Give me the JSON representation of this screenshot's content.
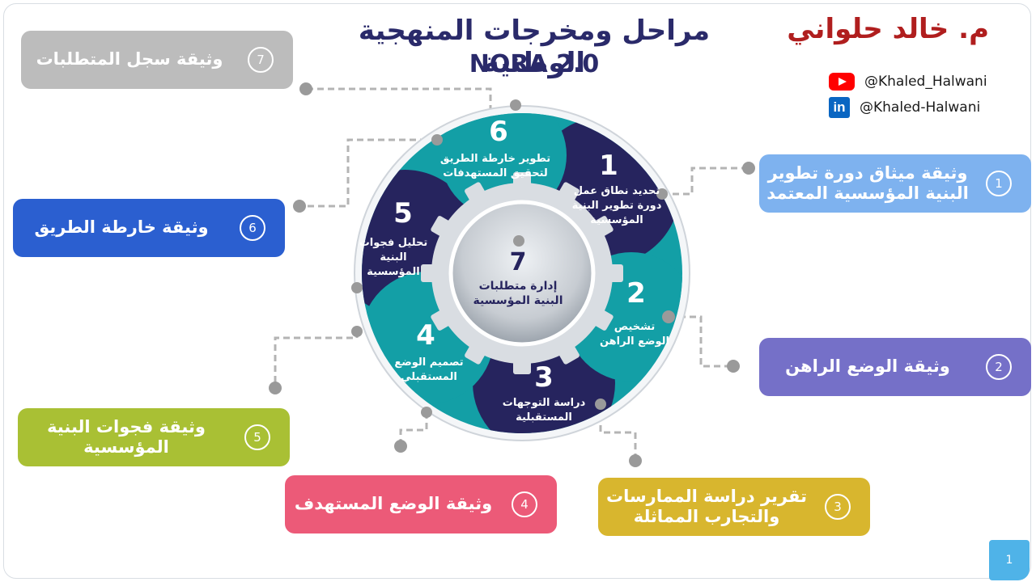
{
  "header": {
    "title_line1": "مراحل ومخرجات المنهجية الوطنية",
    "title_line2": "NORA 2.0",
    "author": "م. خالد حلواني",
    "youtube_handle": "@Khaled_Halwani",
    "linkedin_handle": "@Khaled-Halwani",
    "linkedin_glyph": "in"
  },
  "wheel": {
    "center": {
      "number": "7",
      "line1": "إدارة متطلبات",
      "line2": "البنية المؤسسية"
    },
    "segments": [
      {
        "number": "1",
        "lines": [
          "تحديد نطاق عمل",
          "دورة تطوير البنية",
          "المؤسسية"
        ]
      },
      {
        "number": "2",
        "lines": [
          "تشخيص",
          "الوضع الراهن"
        ]
      },
      {
        "number": "3",
        "lines": [
          "دراسة التوجهات",
          "المستقبلية"
        ]
      },
      {
        "number": "4",
        "lines": [
          "تصميم الوضع",
          "المستقبلي"
        ]
      },
      {
        "number": "5",
        "lines": [
          "تحليل فجوات",
          "البنية",
          "المؤسسية"
        ]
      },
      {
        "number": "6",
        "lines": [
          "تطوير خارطة الطريق",
          "لتحقيق المستهدفات"
        ]
      }
    ],
    "colors": {
      "teal": "#139fa6",
      "navy": "#26245e",
      "ring": "#d9dde2"
    }
  },
  "outputs": [
    {
      "number": "1",
      "label": "وثيقة ميثاق دورة تطوير البنية المؤسسية المعتمد",
      "color": "#7eb2ef"
    },
    {
      "number": "2",
      "label": "وثيقة الوضع الراهن",
      "color": "#7570c8"
    },
    {
      "number": "3",
      "label": "تقرير دراسة الممارسات والتجارب المماثلة",
      "color": "#d8b62e"
    },
    {
      "number": "4",
      "label": "وثيقة الوضع المستهدف",
      "color": "#ec5a78"
    },
    {
      "number": "5",
      "label": "وثيقة فجوات البنية المؤسسية",
      "color": "#a9c034"
    },
    {
      "number": "6",
      "label": "وثيقة خارطة الطريق",
      "color": "#2b5fd0"
    },
    {
      "number": "7",
      "label": "وثيقة سجل المتطلبات",
      "color": "#bcbcbc"
    }
  ],
  "slide_number": "1"
}
